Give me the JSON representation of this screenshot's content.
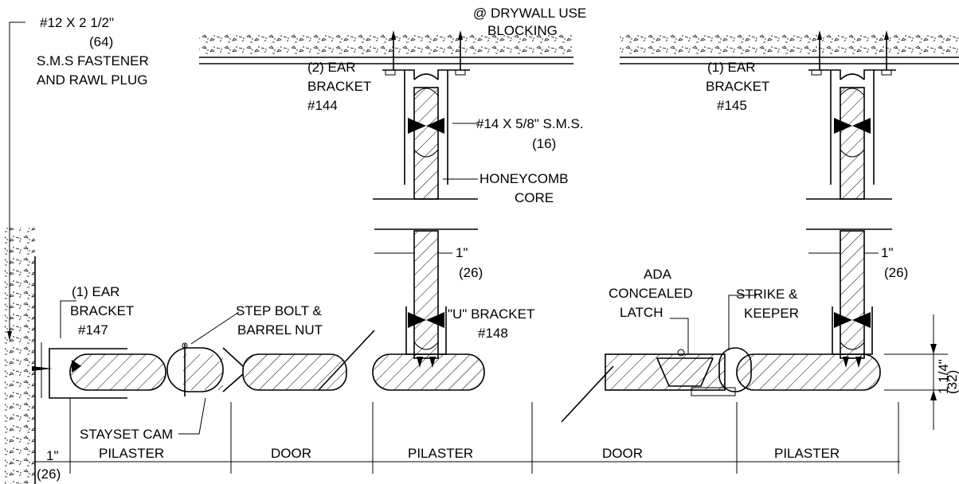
{
  "labels": {
    "fastener_1": "#12 X 2 1/2\"",
    "fastener_2": "(64)",
    "fastener_3": "S.M.S FASTENER",
    "fastener_4": "AND RAWL PLUG",
    "drywall_1": "@ DRYWALL USE",
    "drywall_2": "BLOCKING",
    "ear144_1": "(2) EAR",
    "ear144_2": "BRACKET",
    "ear144_3": "#144",
    "sms_1": "#14 X 5/8\" S.M.S.",
    "sms_2": "(16)",
    "honeycomb_1": "HONEYCOMB",
    "honeycomb_2": "CORE",
    "ear145_1": "(1) EAR",
    "ear145_2": "BRACKET",
    "ear145_3": "#145",
    "thick_mid_1": "1\"",
    "thick_mid_2": "(26)",
    "thick_right_1": "1\"",
    "thick_right_2": "(26)",
    "ear147_1": "(1) EAR",
    "ear147_2": "BRACKET",
    "ear147_3": "#147",
    "stepbolt_1": "STEP BOLT &",
    "stepbolt_2": "BARREL NUT",
    "ubracket_1": "\"U\" BRACKET",
    "ubracket_2": "#148",
    "ada_1": "ADA",
    "ada_2": "CONCEALED",
    "ada_3": "LATCH",
    "strike_1": "STRIKE &",
    "strike_2": "KEEPER",
    "stayset": "STAYSET CAM",
    "height_1": "1 1/4\"",
    "height_2": "(32)",
    "wall_1": "1\"",
    "wall_2": "(26)"
  },
  "bottom_dims": [
    "PILASTER",
    "DOOR",
    "PILASTER",
    "DOOR",
    "PILASTER"
  ]
}
